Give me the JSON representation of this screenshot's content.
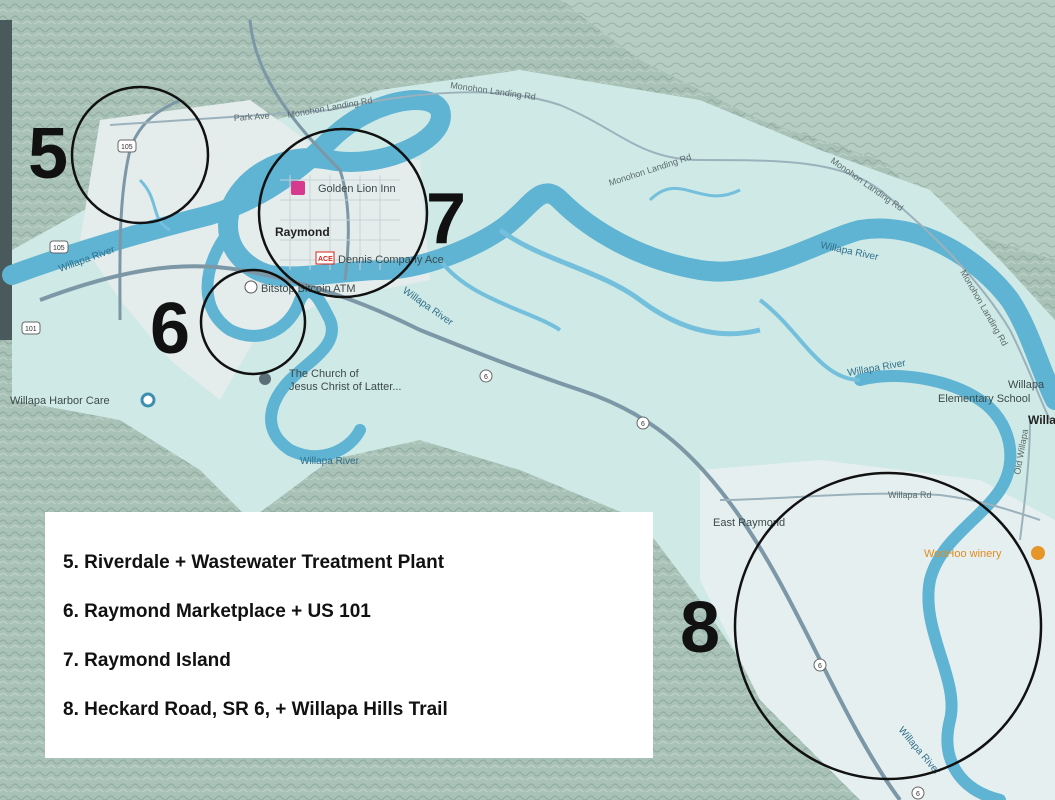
{
  "map": {
    "markers": {
      "five": "5",
      "six": "6",
      "seven": "7",
      "eight": "8"
    },
    "places": {
      "raymond": "Raymond",
      "east_raymond": "East Raymond",
      "willapa_partial": "Willa",
      "willapa_school_line1": "Willapa",
      "willapa_school_line2": "Elementary School"
    },
    "pois": {
      "golden_lion": "Golden Lion Inn",
      "dennis": "Dennis Company Ace",
      "bitstop": "Bitstop Bitcoin ATM",
      "church_line1": "The Church of",
      "church_line2": "Jesus Christ of Latter...",
      "harbor_care": "Willapa Harbor Care",
      "woohoo": "WooHoo winery",
      "ace_badge": "ACE"
    },
    "roads": {
      "park_ave": "Park Ave",
      "monohon_1": "Monohon Landing Rd",
      "monohon_2": "Monohon Landing Rd",
      "monohon_3": "Monohon Landing Rd",
      "monohon_4": "Monohon Landing Rd",
      "monohon_5": "Monohon Landing Rd",
      "willapa_rd": "Willapa Rd",
      "old_willapa": "Old Willapa"
    },
    "rivers": {
      "r1": "Willapa River",
      "r2": "Willapa River",
      "r3": "Willapa River",
      "r4": "Willapa River",
      "r5": "Willapa River",
      "r6": "Willapa River"
    },
    "shields": {
      "s105a": "105",
      "s105b": "105",
      "s101": "101",
      "s6a": "6",
      "s6b": "6",
      "s6c": "6",
      "s6d": "6"
    }
  },
  "legend": {
    "items": [
      "5. Riverdale + Wastewater Treatment Plant",
      "6. Raymond Marketplace + US 101",
      "7. Raymond Island",
      "8. Heckard Road, SR 6, + Willapa Hills Trail"
    ]
  },
  "colors": {
    "river": "#5fb3d3",
    "lowland": "#cfe9e6",
    "hill": "#a7c0b7",
    "road": "#7c97a6",
    "circle": "#111111",
    "poi_hotel": "#d63a8f",
    "poi_winery": "#e69528"
  }
}
